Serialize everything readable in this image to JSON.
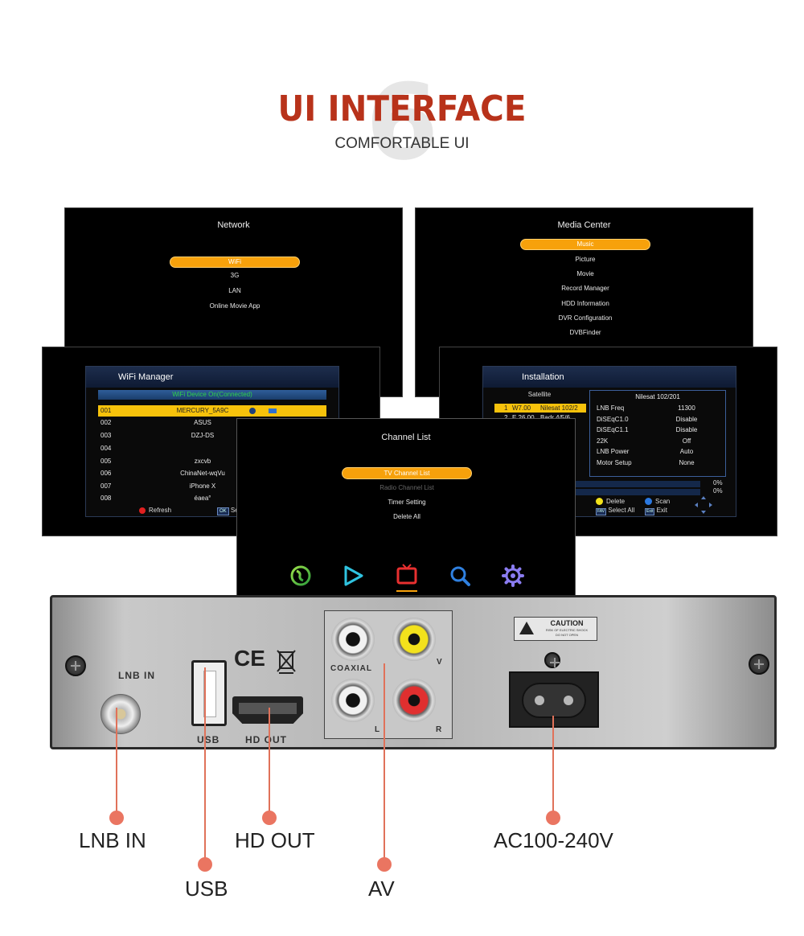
{
  "header": {
    "number": "6",
    "title": "UI INTERFACE",
    "subtitle": "COMFORTABLE UI"
  },
  "network": {
    "title": "Network",
    "items": [
      "WiFi",
      "3G",
      "LAN",
      "Online Movie App"
    ],
    "selected": 0
  },
  "media_center": {
    "title": "Media Center",
    "items": [
      "Music",
      "Picture",
      "Movie",
      "Record Manager",
      "HDD Information",
      "DVR Configuration",
      "DVBFinder"
    ],
    "selected": 0
  },
  "wifi_manager": {
    "title": "WiFi Manager",
    "status": "WiFi Device On(Connected)",
    "rows": [
      {
        "num": "001",
        "name": "MERCURY_5A9C"
      },
      {
        "num": "002",
        "name": "ASUS"
      },
      {
        "num": "003",
        "name": "DZJ-DS"
      },
      {
        "num": "004",
        "name": ""
      },
      {
        "num": "005",
        "name": "zxcvb"
      },
      {
        "num": "006",
        "name": "ChinaNet-wqVu"
      },
      {
        "num": "007",
        "name": "iPhone X"
      },
      {
        "num": "008",
        "name": "éaea°"
      }
    ],
    "footer": {
      "refresh": "Refresh",
      "ok_key": "OK",
      "select": "Se"
    }
  },
  "installation": {
    "title": "Installation",
    "satellite_header": "Satellite",
    "satellites": [
      {
        "num": "1",
        "pos": "W7.00",
        "name": "Nilesat 102/2"
      },
      {
        "num": "2",
        "pos": "E 26.00",
        "name": "Badr 4/5/6"
      }
    ],
    "detail_title": "Nilesat 102/201",
    "params": [
      {
        "label": "LNB Freq",
        "value": "11300"
      },
      {
        "label": "DiSEqC1.0",
        "value": "Disable"
      },
      {
        "label": "DiSEqC1.1",
        "value": "Disable"
      },
      {
        "label": "22K",
        "value": "Off"
      },
      {
        "label": "LNB Power",
        "value": "Auto"
      },
      {
        "label": "Motor Setup",
        "value": "None"
      }
    ],
    "progress": [
      "0%",
      "0%"
    ],
    "footer": {
      "delete": "Delete",
      "scan": "Scan",
      "select_all": "Select All",
      "exit": "Exit",
      "key_fav": "FAV",
      "key_exit": "Exit"
    }
  },
  "channel_list": {
    "title": "Channel List",
    "items": [
      "TV Channel List",
      "Radio Channel List",
      "Timer Setting",
      "Delete All"
    ],
    "selected": 0,
    "disabled": [
      1
    ]
  },
  "device": {
    "lnb_in": "LNB IN",
    "usb": "USB",
    "hd_out": "HD OUT",
    "coaxial": "COAXIAL",
    "v": "V",
    "l": "L",
    "r": "R",
    "ce": "CE",
    "caution_title": "CAUTION",
    "caution_line1": "RISK OF ELECTRIC SHOCK",
    "caution_line2": "DO NOT OPEN"
  },
  "callouts": {
    "lnb_in": "LNB IN",
    "hd_out": "HD OUT",
    "usb": "USB",
    "av": "AV",
    "ac": "AC100-240V"
  },
  "colors": {
    "accent": "#b8321a",
    "callout": "#ea7561",
    "highlight": "#f7a10b"
  }
}
